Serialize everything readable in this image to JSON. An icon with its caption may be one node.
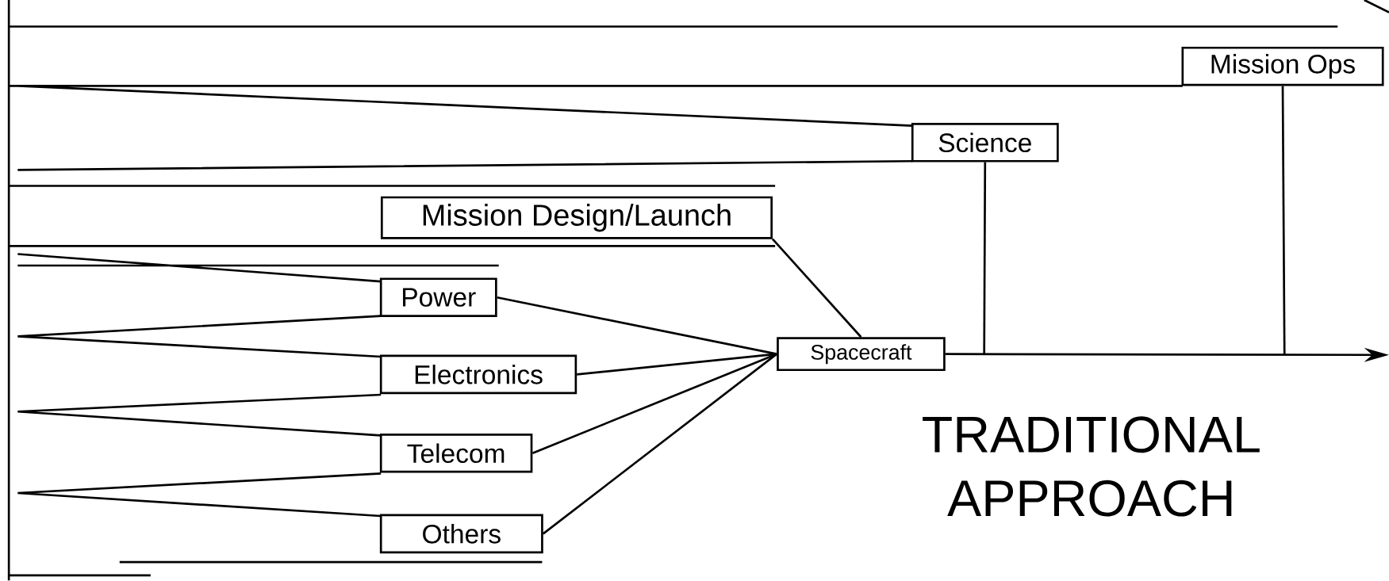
{
  "diagram": {
    "nodes": [
      {
        "text": [
          "Mission Ops"
        ]
      },
      {
        "text": [
          "Science"
        ]
      },
      {
        "text": [
          "Mission Design/Launch"
        ]
      },
      {
        "text": [
          "Power"
        ]
      },
      {
        "text": [
          "Electronics"
        ]
      },
      {
        "text": [
          "Telecom"
        ]
      },
      {
        "text": [
          "Others"
        ]
      },
      {
        "text": [
          "Spacecraft"
        ]
      }
    ],
    "edges": [
      {
        "from": 3,
        "to": 7,
        "arrow": "none"
      },
      {
        "from": 4,
        "to": 7,
        "arrow": "none"
      },
      {
        "from": 5,
        "to": 7,
        "arrow": "none"
      },
      {
        "from": 6,
        "to": 7,
        "arrow": "none"
      },
      {
        "from": 2,
        "to": 7,
        "arrow": "none"
      },
      {
        "from": 7,
        "to": null,
        "arrow": "to"
      },
      {
        "from": 1,
        "to": null,
        "arrow": "none"
      },
      {
        "from": 0,
        "to": null,
        "arrow": "none"
      }
    ],
    "labels": [
      "TRADITIONAL APPROACH"
    ]
  }
}
